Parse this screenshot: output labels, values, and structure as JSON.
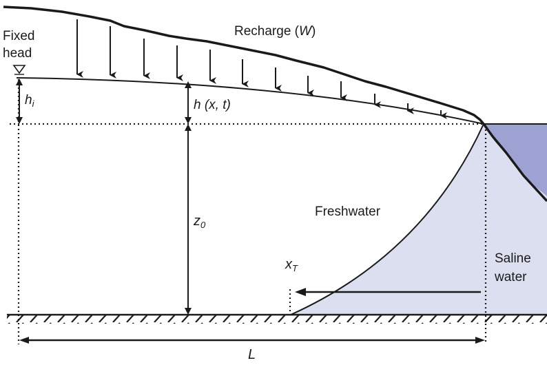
{
  "labels": {
    "fixed_head_line1": "Fixed",
    "fixed_head_line2": "head",
    "recharge_text": "Recharge (",
    "recharge_symbol": "W",
    "recharge_close": ")",
    "h_i_base": "h",
    "h_i_sub": "i",
    "h_xt": "h (x, t)",
    "z0_base": "z",
    "z0_sub": "0",
    "freshwater": "Freshwater",
    "xt_base": "x",
    "xt_sub": "T",
    "saline_line1": "Saline",
    "saline_line2": "water",
    "length": "L"
  },
  "colors": {
    "ink": "#1a1a1a",
    "saline_light": "#dcdff0",
    "saline_dark": "#9ea2d3"
  },
  "icons": {
    "fixed_head_marker": "water-table-triangle-icon",
    "recharge_arrows": "down-arrow-icon"
  }
}
